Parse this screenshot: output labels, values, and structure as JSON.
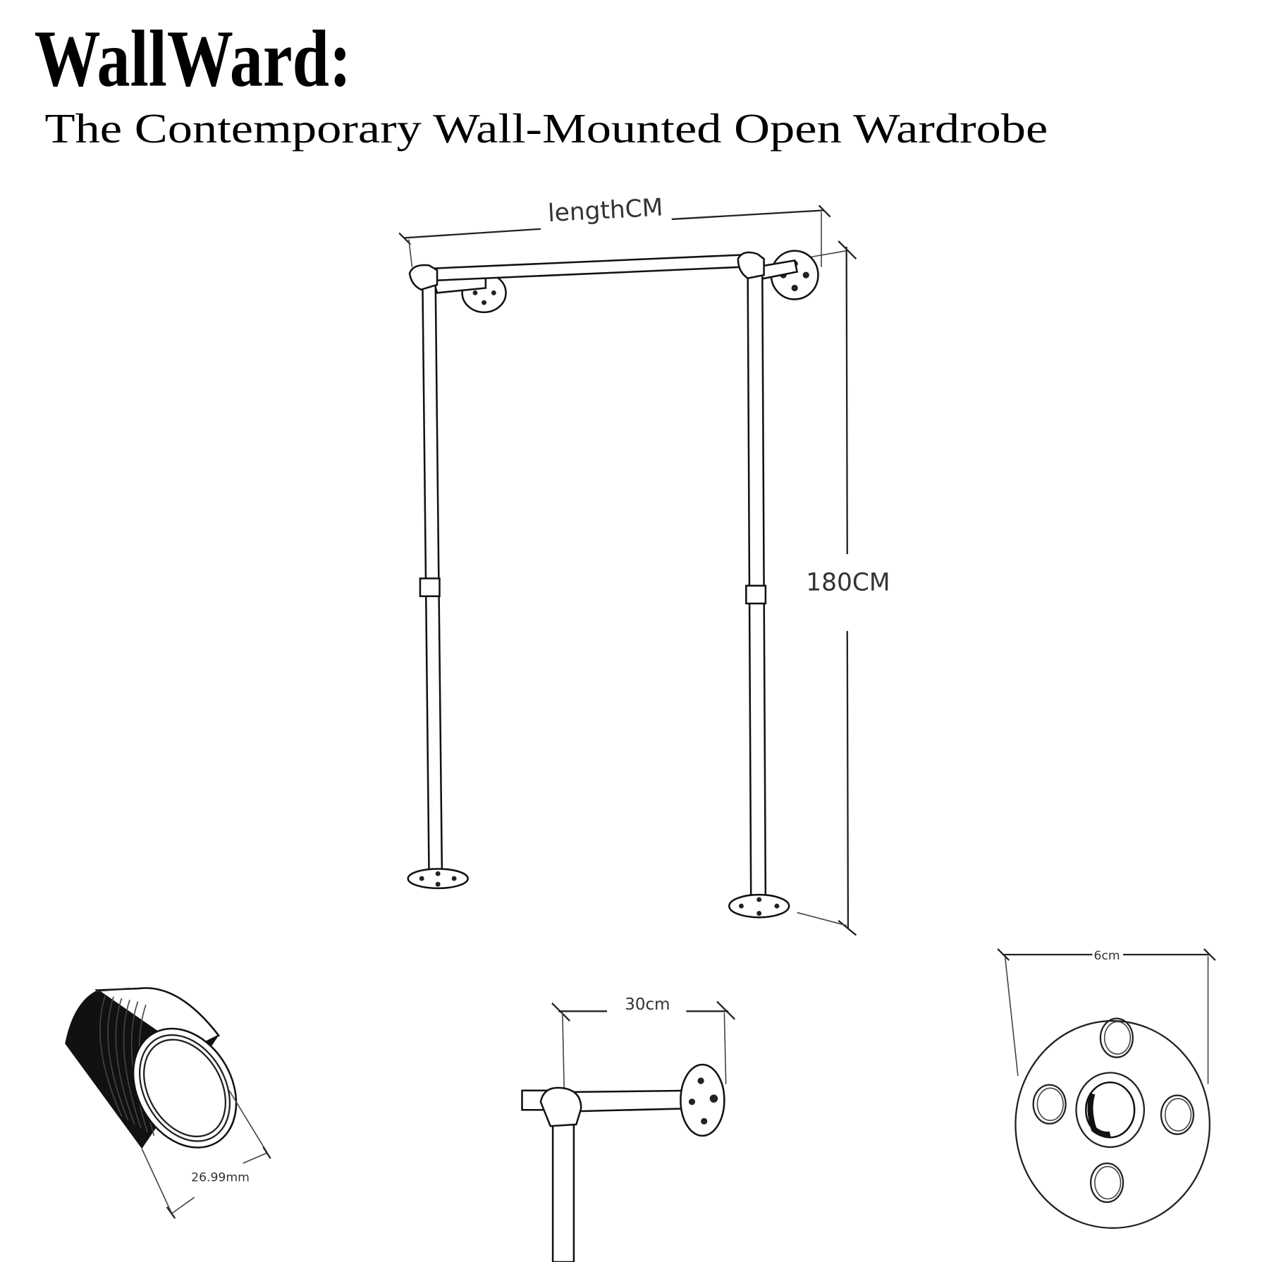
{
  "header": {
    "title": "WallWard:",
    "subtitle": "The Contemporary Wall-Mounted Open Wardrobe"
  },
  "main_diagram": {
    "width_label": "lengthCM",
    "height_label": "180CM"
  },
  "details": {
    "pipe_diameter_label": "26.99mm",
    "wall_arm_label": "30cm",
    "flange_diameter_label": "6cm"
  }
}
